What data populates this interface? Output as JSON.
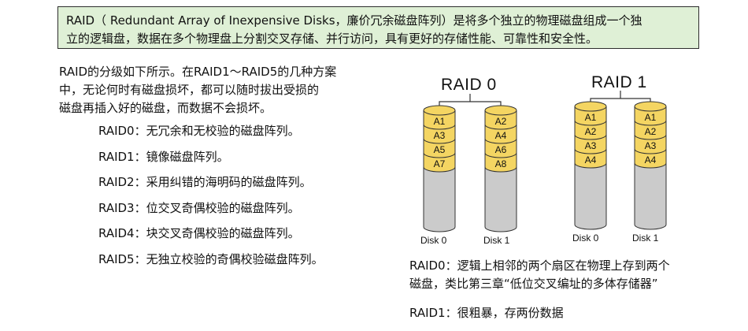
{
  "intro": {
    "line1": "RAID（ Redundant Array of Inexpensive Disks，廉价冗余磁盘阵列）是将多个独立的物理磁盘组成一个独",
    "line2": "立的逻辑盘，数据在多个物理盘上分割交叉存储、并行访问，具有更好的存储性能、可靠性和安全性。"
  },
  "levels_intro": {
    "line1": "RAID的分级如下所示。在RAID1～RAID5的几种方案",
    "line2": "中，无论何时有磁盘损坏，都可以随时拔出受损的",
    "line3": "磁盘再插入好的磁盘，而数据不会损坏。"
  },
  "levels": [
    "RAID0：无冗余和无校验的磁盘阵列。",
    "RAID1：镜像磁盘阵列。",
    "RAID2：采用纠错的海明码的磁盘阵列。",
    "RAID3：位交叉奇偶校验的磁盘阵列。",
    "RAID4：块交叉奇偶校验的磁盘阵列。",
    "RAID5：无独立校验的奇偶校验磁盘阵列。"
  ],
  "diagram": {
    "raid0": {
      "title": "RAID 0",
      "disk0": {
        "label": "Disk 0",
        "blocks": [
          "A1",
          "A3",
          "A5",
          "A7"
        ]
      },
      "disk1": {
        "label": "Disk 1",
        "blocks": [
          "A2",
          "A4",
          "A6",
          "A8"
        ]
      }
    },
    "raid1": {
      "title": "RAID 1",
      "disk0": {
        "label": "Disk 0",
        "blocks": [
          "A1",
          "A2",
          "A3",
          "A4"
        ]
      },
      "disk1": {
        "label": "Disk 1",
        "blocks": [
          "A1",
          "A2",
          "A3",
          "A4"
        ]
      }
    },
    "colors": {
      "block": "#f4d562",
      "disk": "#cbcbcb",
      "stroke": "#333333"
    }
  },
  "notes": {
    "raid0_line1": "RAID0：逻辑上相邻的两个扇区在物理上存到两个",
    "raid0_line2": "磁盘，类比第三章“低位交叉编址的多体存储器”",
    "raid1_line1": "RAID1：很粗暴，存两份数据"
  }
}
